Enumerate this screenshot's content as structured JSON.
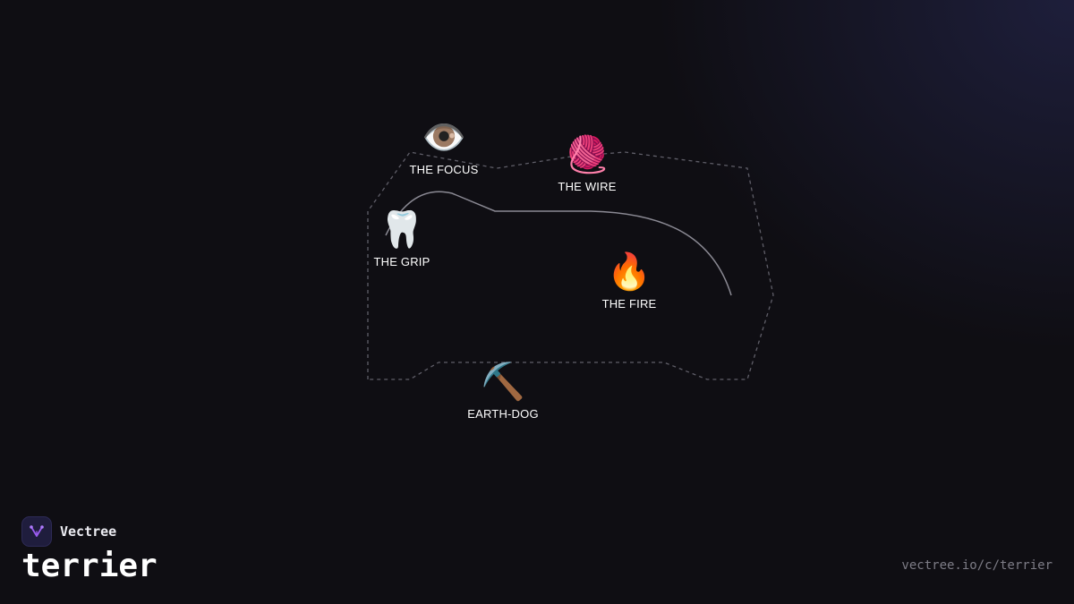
{
  "brand": {
    "name": "Vectree",
    "logo_icon": "vectree-logo-icon",
    "logo_color": "#9a5cf0"
  },
  "page": {
    "title": "terrier",
    "url": "vectree.io/c/terrier"
  },
  "diagram": {
    "nodes": [
      {
        "id": "focus",
        "label": "THE FOCUS",
        "icon": "eye-icon",
        "glyph": "👁️"
      },
      {
        "id": "wire",
        "label": "THE WIRE",
        "icon": "yarn-ball-icon",
        "glyph": "🧶"
      },
      {
        "id": "grip",
        "label": "THE GRIP",
        "icon": "tooth-icon",
        "glyph": "🦷"
      },
      {
        "id": "fire",
        "label": "THE FIRE",
        "icon": "fire-icon",
        "glyph": "🔥"
      },
      {
        "id": "earth",
        "label": "EARTH-DOG",
        "icon": "pickaxe-icon",
        "glyph": "⛏️"
      }
    ]
  }
}
